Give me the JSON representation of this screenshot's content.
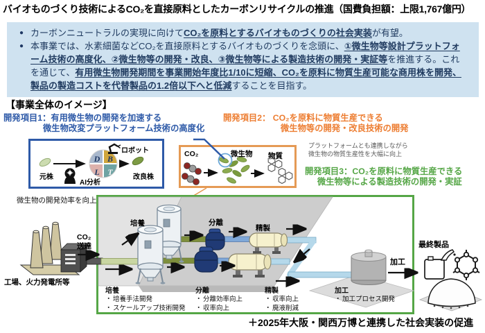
{
  "glyphs": {
    "bullet": "●",
    "dot": "・"
  },
  "title": "バイオものづくり技術によるCO₂を直接原料としたカーボンリサイクルの推進（国費負担額：上限1,767億円）",
  "overview": {
    "b1s1": "カーボンニュートラルの実現に向けて",
    "b1s2": "CO₂を原料とするバイオものづくりの社会実装",
    "b1s3": "が有望。",
    "b2s1": "本事業では、水素細菌などCO₂を直接原料とするバイオものづくりを念頭に、",
    "b2s2": "①微生物等設計プラットフォーム技術の高度化、②微生物等の開発・改良、③微生物等による製造技術の開発・実証等",
    "b2s3": "を推進する。これを通じて、",
    "b2s4": "有用微生物開発期間を事業開始年度比1/10に短縮、CO₂を原料に物質生産可能な商用株を開発、製品の製造コストを代替製品の1.2倍以下へと低減",
    "b2s5": "することを目指す。"
  },
  "section_heading": "【事業全体のイメージ】",
  "dev_items": {
    "item1": {
      "line1": "開発項目1：有用微生物の開発を加速する",
      "line2": "微生物改変プラットフォーム技術の高度化"
    },
    "item2": {
      "line1": "開発項目2： CO₂を原料に物質生産できる",
      "line2": "微生物等の開発・改良技術の開発"
    },
    "item3": {
      "line1": "開発項目3：CO₂を原料に物質生産できる",
      "line2": "微生物等による製造技術の開発・実証"
    }
  },
  "platform_box": {
    "source_strain": "元株",
    "improved_strain": "改良株",
    "robot": "ロボット",
    "ai": "AI分析",
    "dbtl": {
      "d": "D",
      "b": "B",
      "l": "L",
      "t": "T"
    }
  },
  "co2_box": {
    "co2": "CO₂",
    "microbe": "微生物",
    "substance": "物質"
  },
  "linkage_note": {
    "line1": "プラットフォームとも連携しながら",
    "line2": "微生物の物質生産性を大幅に向上"
  },
  "left_note": "微生物の開発効率を向上",
  "factory": {
    "co2": "CO₂",
    "delivery": "送達",
    "label": "工場、火力発電所等"
  },
  "plant": {
    "culture": "培養",
    "separation": "分離",
    "purification": "精製",
    "processing": "加工",
    "final_product": "最終製品"
  },
  "process_notes": [
    {
      "title": "培養",
      "items": [
        "培養手法開発",
        "スケールアップ技術開発"
      ]
    },
    {
      "title": "分離",
      "items": [
        "分離効率向上",
        "収率向上"
      ]
    },
    {
      "title": "精製",
      "items": [
        "収率向上",
        "廃液削減"
      ]
    },
    {
      "title": "加工",
      "items": [
        "加工プロセス開発"
      ]
    }
  ],
  "footer": "＋2025年大阪・関西万博と連携した社会実装の促進",
  "colors": {
    "info_bg": "#cfe2f0",
    "text_navy": "#1f3a5f",
    "item1_blue": "#2e5aa8",
    "item2_orange": "#ed7d31",
    "item3_green": "#55a646",
    "note_gray": "#595959"
  }
}
